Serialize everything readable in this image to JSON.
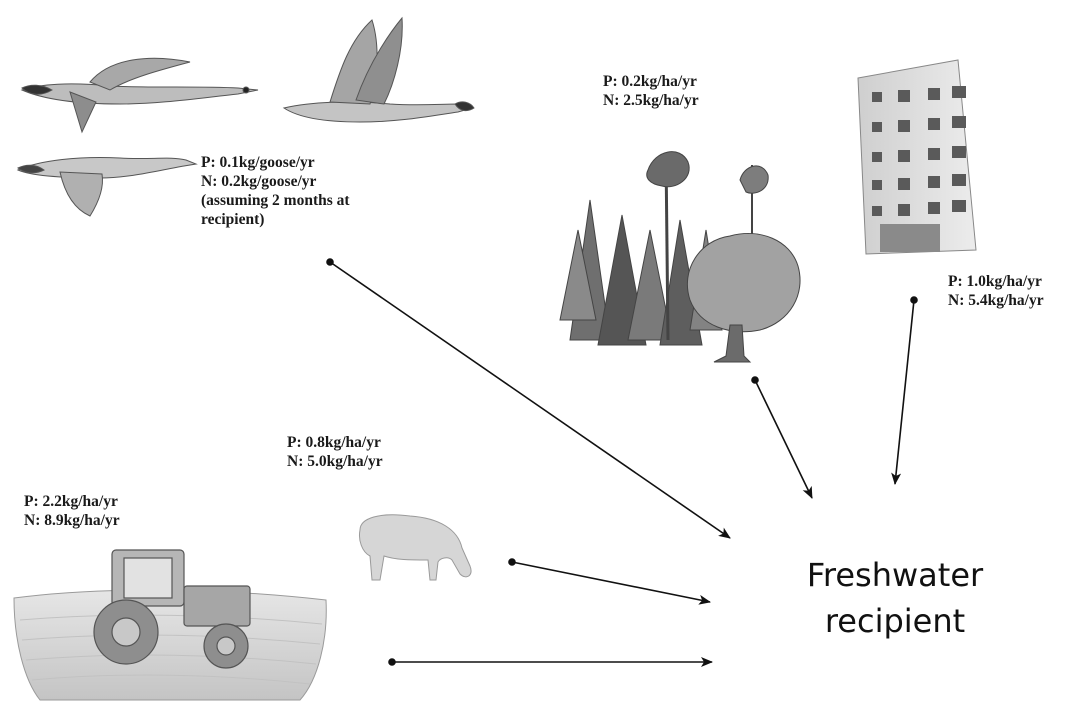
{
  "target": {
    "line1": "Freshwater",
    "line2": "recipient"
  },
  "sources": {
    "geese": {
      "p": "P: 0.1kg/goose/yr",
      "n": "N: 0.2kg/goose/yr",
      "note1": "(assuming 2 months at",
      "note2": "recipient)"
    },
    "forest": {
      "p": "P: 0.2kg/ha/yr",
      "n": "N: 2.5kg/ha/yr"
    },
    "urban": {
      "p": "P: 1.0kg/ha/yr",
      "n": "N: 5.4kg/ha/yr"
    },
    "pasture": {
      "p": "P: 0.8kg/ha/yr",
      "n": "N: 5.0kg/ha/yr"
    },
    "arable": {
      "p": "P: 2.2kg/ha/yr",
      "n": "N: 8.9kg/ha/yr"
    }
  },
  "colors": {
    "line": "#111111",
    "sketch": "#8a8a8a",
    "sketch_dark": "#555555"
  }
}
